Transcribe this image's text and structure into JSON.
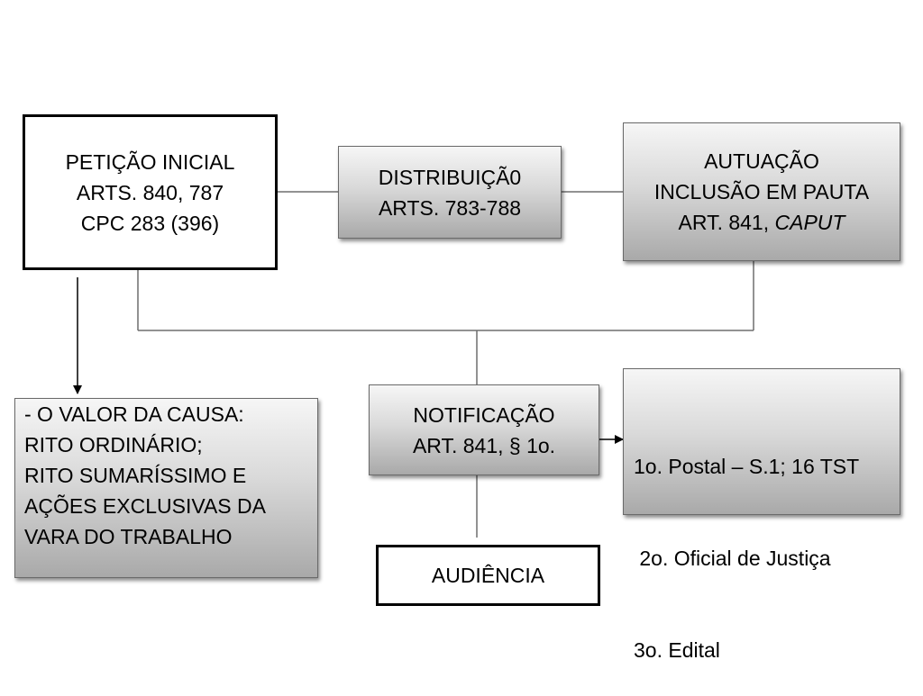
{
  "peticao": {
    "line1": "PETIÇÃO INICIAL",
    "line2": "ARTS. 840, 787",
    "line3": "CPC 283 (396)"
  },
  "distribuicao": {
    "line1": "DISTRIBUIÇÃ0",
    "line2": "ARTS. 783-788"
  },
  "autuacao": {
    "line1": "AUTUAÇÃO",
    "line2": "INCLUSÃO EM PAUTA",
    "line3_prefix": "ART. 841, ",
    "line3_italic": "CAPUT"
  },
  "valor_causa": {
    "lines": [
      "- O VALOR DA CAUSA:",
      "RITO ORDINÁRIO;",
      "RITO SUMARÍSSIMO E",
      "AÇÕES EXCLUSIVAS DA",
      "VARA DO TRABALHO"
    ]
  },
  "notificacao": {
    "line1": "NOTIFICAÇÃO",
    "line2": "ART. 841, § 1o."
  },
  "meios": {
    "lines": [
      "1o. Postal – S.1; 16 TST",
      " 2o. Oficial de Justiça",
      "3o. Edital"
    ]
  },
  "audiencia": {
    "label": "AUDIÊNCIA"
  }
}
